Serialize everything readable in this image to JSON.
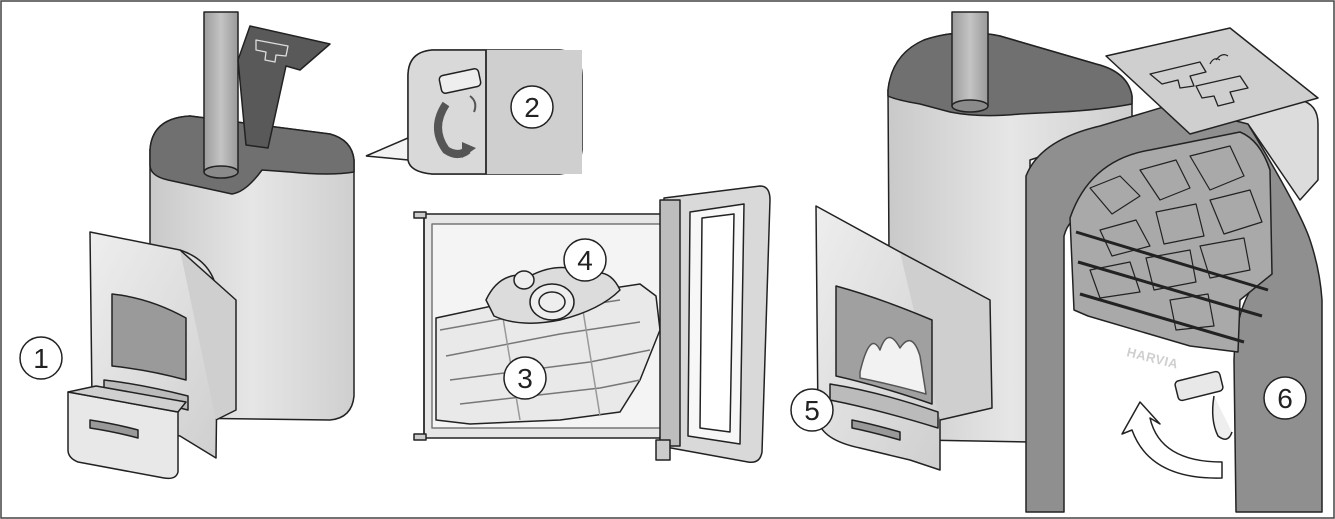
{
  "figure": {
    "brand": "HARVIA",
    "callouts": [
      "1",
      "2",
      "3",
      "4",
      "5",
      "6"
    ]
  },
  "colors": {
    "outline": "#222222",
    "stove_body": "#d9d9d9",
    "stove_shade": "#bdbdbd",
    "stove_top": "#6f6f6f",
    "chimney": "#a8a8a8",
    "panel": "#8f8f8f",
    "stones": "#a9a9a9",
    "frame_border": "#444444"
  }
}
